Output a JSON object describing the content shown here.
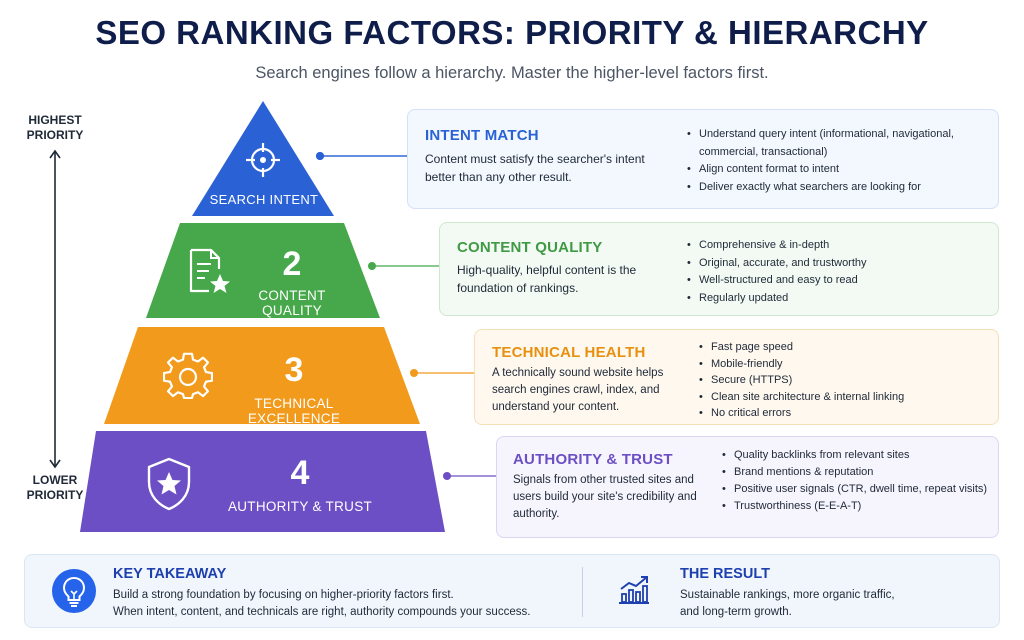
{
  "header": {
    "title": "SEO RANKING FACTORS: PRIORITY & HIERARCHY",
    "subtitle": "Search engines follow a hierarchy. Master the higher-level factors first."
  },
  "priority_axis": {
    "top_label": "HIGHEST\nPRIORITY",
    "bottom_label": "LOWER\nPRIORITY"
  },
  "pyramid": {
    "levels": [
      {
        "number": "",
        "label": "SEARCH INTENT",
        "icon": "target-icon",
        "color": "#2a62d6"
      },
      {
        "number": "2",
        "label": "CONTENT QUALITY",
        "icon": "document-star-icon",
        "color": "#46a84a"
      },
      {
        "number": "3",
        "label": "TECHNICAL EXCELLENCE",
        "icon": "gear-icon",
        "color": "#f29a1b"
      },
      {
        "number": "4",
        "label": "AUTHORITY & TRUST",
        "icon": "shield-star-icon",
        "color": "#6c4fc4"
      }
    ]
  },
  "cards": [
    {
      "title": "INTENT MATCH",
      "description": "Content must satisfy the searcher's intent better than any other result.",
      "bullets": [
        "Understand query intent (informational, navigational, commercial, transactional)",
        "Align content format to intent",
        "Deliver exactly what searchers are looking for"
      ],
      "accent": "#2a62d6",
      "bg": "#f3f7fe",
      "border": "#d3e0f7"
    },
    {
      "title": "CONTENT QUALITY",
      "description": "High-quality, helpful content is the foundation of rankings.",
      "bullets": [
        "Comprehensive & in-depth",
        "Original, accurate, and trustworthy",
        "Well-structured and easy to read",
        "Regularly updated"
      ],
      "accent": "#3f9a44",
      "bg": "#f3faf3",
      "border": "#cfe7cf"
    },
    {
      "title": "TECHNICAL HEALTH",
      "description": "A technically sound website helps search engines crawl, index, and understand your content.",
      "bullets": [
        "Fast page speed",
        "Mobile-friendly",
        "Secure (HTTPS)",
        "Clean site architecture & internal linking",
        "No critical errors"
      ],
      "accent": "#e8900f",
      "bg": "#fef8ef",
      "border": "#f6dfbb"
    },
    {
      "title": "AUTHORITY & TRUST",
      "description": "Signals from other trusted sites and users build your site's credibility and authority.",
      "bullets": [
        "Quality backlinks from relevant sites",
        "Brand mentions & reputation",
        "Positive user signals (CTR, dwell time, repeat visits)",
        "Trustworthiness (E-E-A-T)"
      ],
      "accent": "#6c4fc4",
      "bg": "#f6f4fd",
      "border": "#ddd5f3"
    }
  ],
  "takeaway": {
    "title": "KEY TAKEAWAY",
    "text_line1": "Build a strong foundation by focusing on higher-priority factors first.",
    "text_line2": "When intent, content, and technicals are right, authority compounds your success.",
    "icon": "lightbulb-icon"
  },
  "result": {
    "title": "THE RESULT",
    "text_line1": "Sustainable rankings, more organic traffic,",
    "text_line2": "and long-term growth.",
    "icon": "growth-chart-icon"
  }
}
